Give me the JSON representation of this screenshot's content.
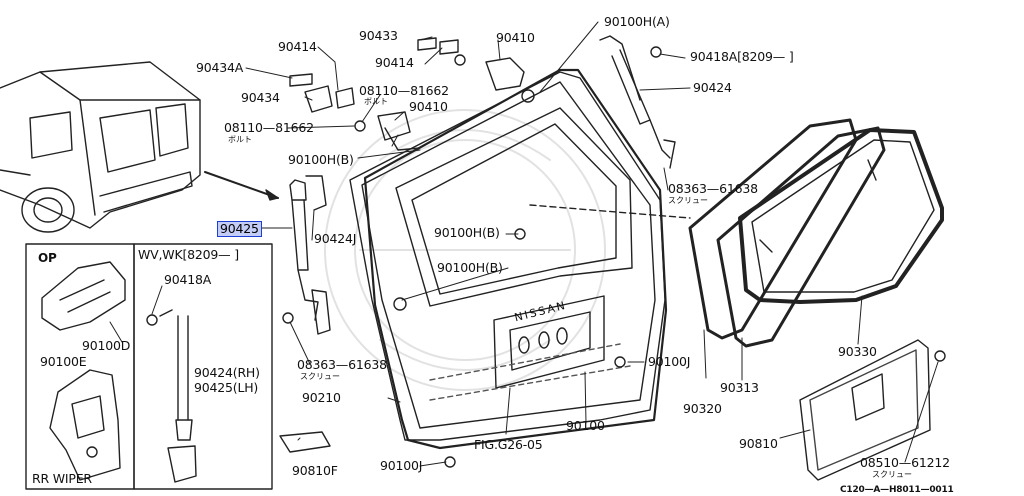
{
  "diagram": {
    "highlight_color": "#c4cdf6",
    "highlight_border": "#1d3fd3",
    "line_color": "#222222",
    "labels": {
      "p90434A": "90434A",
      "p90414_top": "90414",
      "p90433": "90433",
      "p90414_mid": "90414",
      "p90410_top": "90410",
      "p90100HA": "90100H(A)",
      "p90418A_top": "90418A[8209—  ]",
      "p90434": "90434",
      "bolt_81662_a": "08110—81662",
      "bolt_jp_a": "ボルト",
      "p90410_mid": "90410",
      "bolt_81662_b": "08110—81662",
      "bolt_jp_b": "ボルト",
      "p90424_top": "90424",
      "p90100HB_left": "90100H(B)",
      "screw_61638_top": "08363—61638",
      "screw_jp_top": "スクリュー",
      "p90425": "90425",
      "p90424J": "90424J",
      "p90100HB_center": "90100H(B)",
      "p90100HB_center2": "90100H(B)",
      "op": "OP",
      "variant": "WV,WK[8209—  ]",
      "p90418A_inset": "90418A",
      "p90100D": "90100D",
      "p90100E": "90100E",
      "screw_61638_bottom": "08363—61638",
      "screw_jp_bottom": "スクリュー",
      "p90424RH": "90424(RH)",
      "p90425LH": "90425(LH)",
      "p90100J_right": "90100J",
      "p90330": "90330",
      "p90210": "90210",
      "p90320": "90320",
      "p90313": "90313",
      "p90100": "90100",
      "p90810": "90810",
      "fig": "FIG.G26-05",
      "p90810F": "90810F",
      "p90100J_bottom": "90100J",
      "screw_61212": "08510—61212",
      "screw_jp_61212": "スクリュー",
      "rr_wiper": "RR WIPER",
      "badge": "NISSAN",
      "diagram_code": "C120—A—H8011—0011"
    }
  }
}
